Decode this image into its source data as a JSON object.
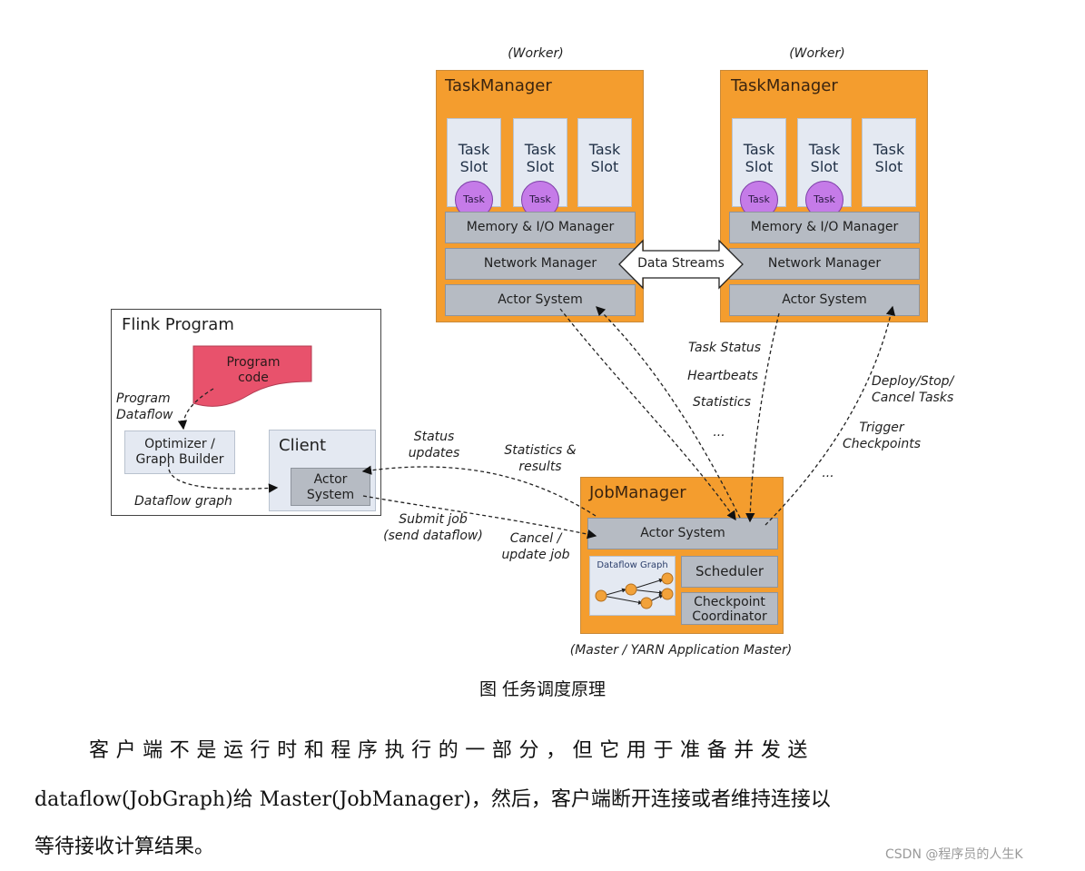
{
  "diagram": {
    "workers": [
      {
        "role_label": "(Worker)",
        "title": "TaskManager",
        "slots": [
          {
            "label": "Task\nSlot",
            "has_task": true,
            "task_label": "Task"
          },
          {
            "label": "Task\nSlot",
            "has_task": true,
            "task_label": "Task"
          },
          {
            "label": "Task\nSlot",
            "has_task": false
          }
        ],
        "memory_manager": "Memory & I/O Manager",
        "network_manager": "Network Manager",
        "actor_system": "Actor System"
      },
      {
        "role_label": "(Worker)",
        "title": "TaskManager",
        "slots": [
          {
            "label": "Task\nSlot",
            "has_task": true,
            "task_label": "Task"
          },
          {
            "label": "Task\nSlot",
            "has_task": true,
            "task_label": "Task"
          },
          {
            "label": "Task\nSlot",
            "has_task": false
          }
        ],
        "memory_manager": "Memory & I/O Manager",
        "network_manager": "Network Manager",
        "actor_system": "Actor System"
      }
    ],
    "data_streams_label": "Data Streams",
    "flink_program": {
      "title": "Flink Program",
      "program_code": "Program\ncode",
      "program_dataflow_label": "Program\nDataflow",
      "optimizer": "Optimizer /\nGraph Builder",
      "dataflow_graph_label": "Dataflow graph",
      "client_title": "Client",
      "client_actor_system": "Actor\nSystem"
    },
    "job_manager": {
      "title": "JobManager",
      "actor_system": "Actor System",
      "dataflow_graph": "Dataflow Graph",
      "scheduler": "Scheduler",
      "checkpoint_coordinator": "Checkpoint\nCoordinator",
      "role_label": "(Master / YARN Application Master)"
    },
    "edge_labels": {
      "status_updates": "Status\nupdates",
      "statistics_results": "Statistics &\nresults",
      "submit_job": "Submit job\n(send dataflow)",
      "cancel_update": "Cancel /\nupdate job",
      "task_status": "Task Status",
      "heartbeats": "Heartbeats",
      "statistics": "Statistics",
      "ellipsis_left": "...",
      "deploy_stop": "Deploy/Stop/\nCancel Tasks",
      "trigger_checkpoints": "Trigger\nCheckpoints",
      "ellipsis_right": "..."
    },
    "colors": {
      "taskmanager_orange": "#f49d2e",
      "slot_blue_gray": "#e4e9f2",
      "task_purple": "#c57be8",
      "component_gray": "#b6bbc3",
      "program_code_red": "#e8526c",
      "node_orange": "#f2a23a"
    }
  },
  "caption": "图  任务调度原理",
  "paragraph": {
    "line1": "客 户 端 不 是 运 行 时 和 程 序 执 行 的 一 部 分 ， 但 它 用 于 准 备 并 发 送",
    "line2": "dataflow(JobGraph)给 Master(JobManager)，然后，客户端断开连接或者维持连接以",
    "line3": "等待接收计算结果。"
  },
  "watermark": "CSDN @程序员的人生K"
}
